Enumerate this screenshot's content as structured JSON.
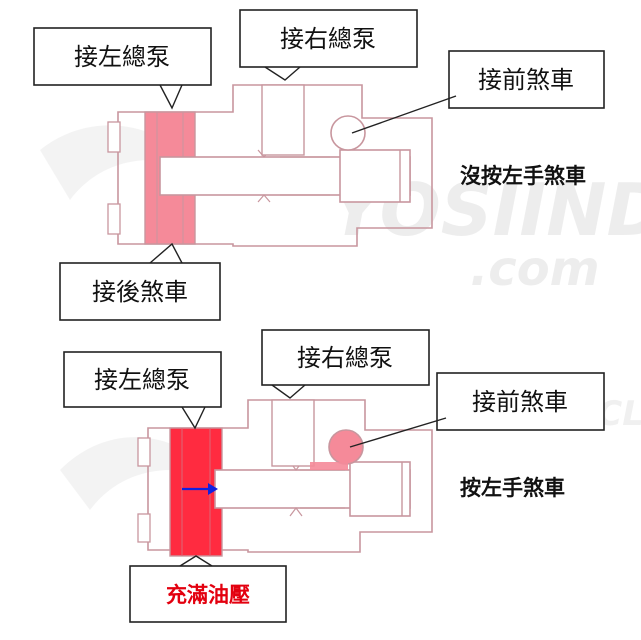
{
  "colors": {
    "body_outline": "#c8969e",
    "hatch": "#e3b8bf",
    "chamber_idle": "#f58a99",
    "chamber_pressurized": "#ff2b40",
    "arrow": "#1020e0",
    "alert_text": "#e3000f",
    "watermark": "#ececec"
  },
  "watermark": {
    "text": "YOSIINDO",
    "suffix": ".com",
    "badge": "RACING CLUB"
  },
  "top_diagram": {
    "state_label": "沒按左手煞車",
    "labels": {
      "left_master": "接左總泵",
      "right_master": "接右總泵",
      "front_brake": "接前煞車",
      "rear_brake": "接後煞車"
    }
  },
  "bottom_diagram": {
    "state_label": "按左手煞車",
    "labels": {
      "left_master": "接左總泵",
      "right_master": "接右總泵",
      "front_brake": "接前煞車",
      "pressure": "充滿油壓"
    }
  }
}
